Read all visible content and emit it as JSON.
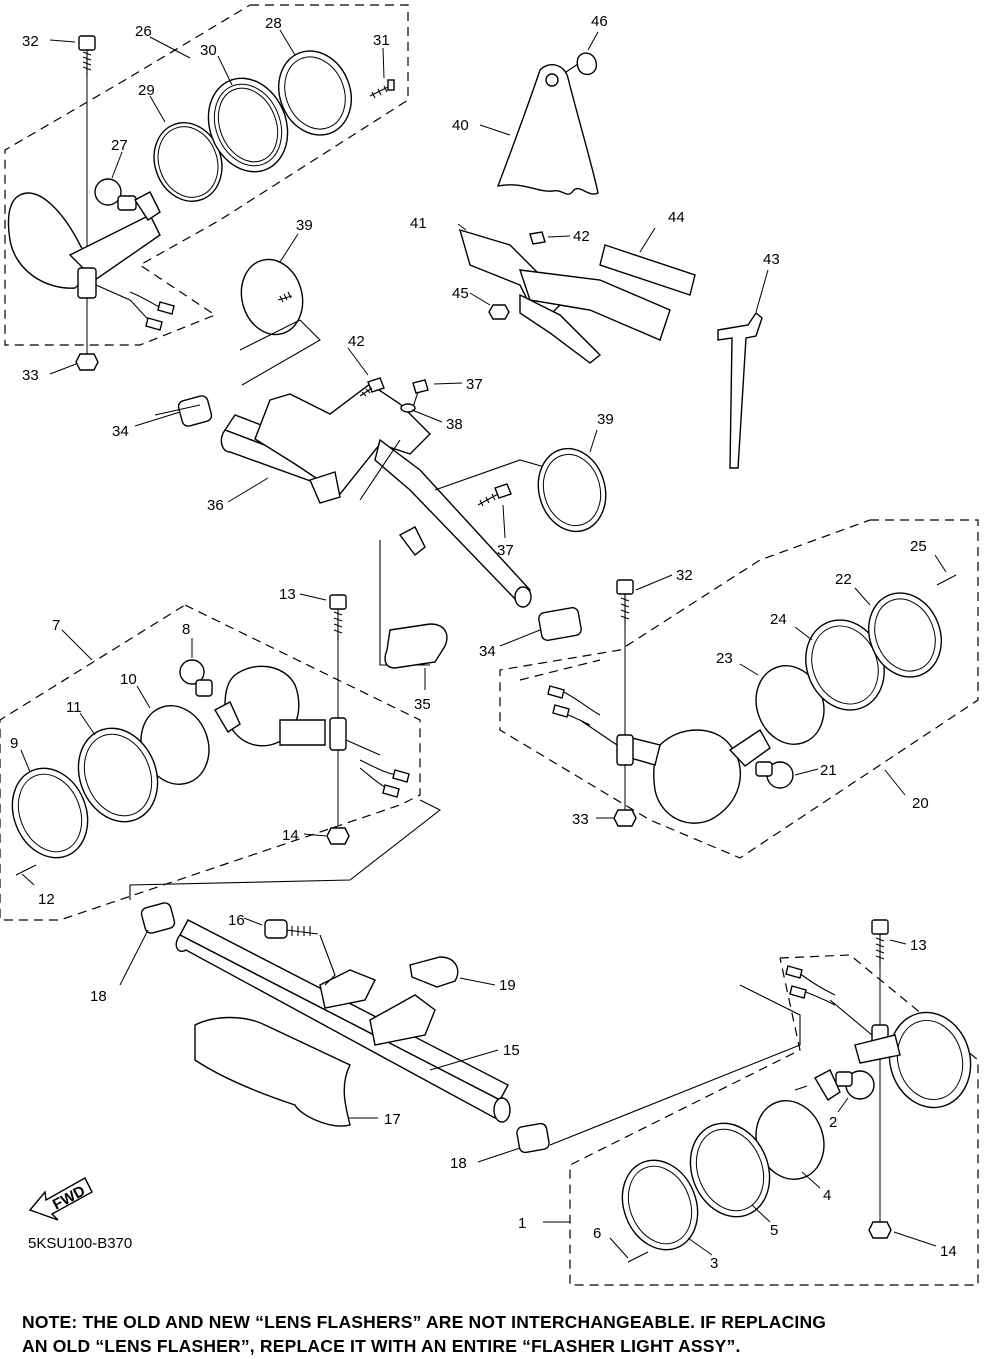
{
  "diagram_code": "5KSU100-B370",
  "fwd_label": "FWD",
  "note": {
    "line1": "NOTE: THE OLD AND NEW “LENS FLASHERS” ARE NOT INTERCHANGEABLE. IF REPLACING",
    "line2": "AN OLD “LENS FLASHER”, REPLACE IT WITH AN ENTIRE “FLASHER LIGHT ASSY”."
  },
  "callouts": {
    "c1": "1",
    "c2": "2",
    "c3": "3",
    "c4": "4",
    "c5": "5",
    "c6": "6",
    "c7": "7",
    "c8": "8",
    "c9": "9",
    "c10": "10",
    "c11": "11",
    "c12": "12",
    "c13a": "13",
    "c13b": "13",
    "c14a": "14",
    "c14b": "14",
    "c15": "15",
    "c16": "16",
    "c17": "17",
    "c18a": "18",
    "c18b": "18",
    "c19": "19",
    "c20": "20",
    "c21": "21",
    "c22": "22",
    "c23": "23",
    "c24": "24",
    "c25": "25",
    "c26": "26",
    "c27": "27",
    "c28": "28",
    "c29": "29",
    "c30": "30",
    "c31": "31",
    "c32a": "32",
    "c32b": "32",
    "c33a": "33",
    "c33b": "33",
    "c34a": "34",
    "c34b": "34",
    "c35": "35",
    "c36": "36",
    "c37a": "37",
    "c37b": "37",
    "c38": "38",
    "c39a": "39",
    "c39b": "39",
    "c40": "40",
    "c41": "41",
    "c42a": "42",
    "c42b": "42",
    "c43": "43",
    "c44": "44",
    "c45": "45",
    "c46": "46"
  }
}
